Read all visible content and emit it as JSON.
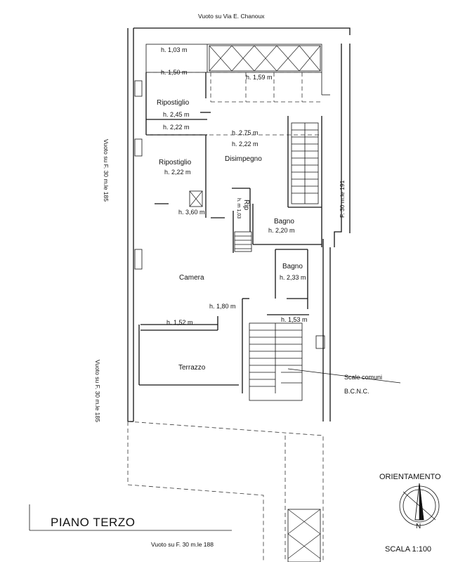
{
  "plan": {
    "title": "PIANO TERZO",
    "edges": {
      "top": "Vuoto su Via E. Chanoux",
      "right": "F. 30 m.le 191",
      "left_upper": "Vuoto su F. 30 m.le 185",
      "left_lower": "Vuoto su F. 30 m.le 185",
      "bottom": "Vuoto su F. 30 m.le 188"
    },
    "rooms": {
      "ripostiglio_1": "Ripostiglio",
      "ripostiglio_2": "Ripostiglio",
      "disimpegno": "Disimpegno",
      "rip": "Rip",
      "bagno_1": "Bagno",
      "bagno_2": "Bagno",
      "camera": "Camera",
      "terrazzo": "Terrazzo"
    },
    "heights": {
      "h1": "h. 1,03 m",
      "h2": "h. 1,50 m",
      "h3": "h. 1,59 m",
      "h4": "h. 2,45 m",
      "h5": "h. 2,22 m",
      "h6": "h. 2,75 m",
      "h7": "h. 2,22 m",
      "h8": "h. 2,22 m",
      "h9": "h. 3,60 m",
      "h10": "h. m 1,03",
      "h11": "h. 2,20 m",
      "h12": "h. 2,33 m",
      "h13": "h. 1,80 m",
      "h14": "h. 1,53 m",
      "h15": "h. 1,52 m"
    },
    "annotations": {
      "scale_comuni": "Scale comuni",
      "bcnc": "B.C.N.C."
    },
    "orientation": {
      "label": "ORIENTAMENTO",
      "north": "N",
      "scale": "SCALA 1:100"
    }
  }
}
